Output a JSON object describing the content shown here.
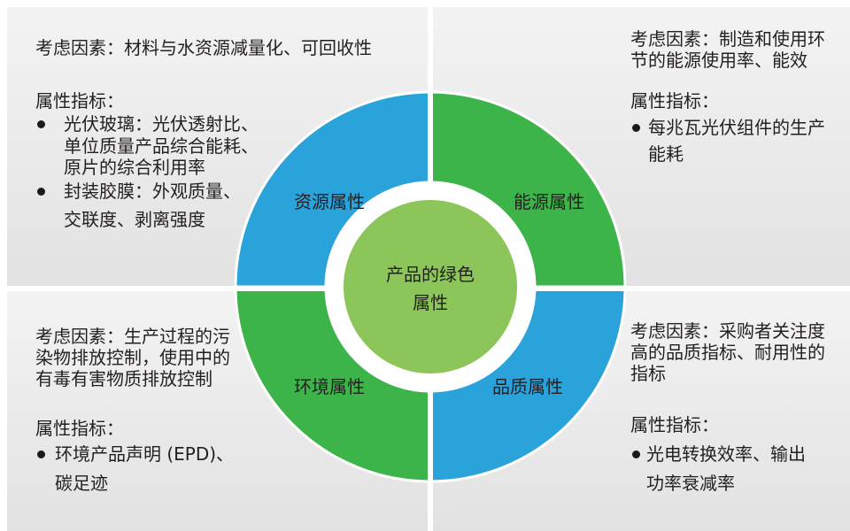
{
  "diagram": {
    "center": {
      "lines": [
        "产品的绿色",
        "属性"
      ]
    },
    "segments": {
      "resource": {
        "label": "资源属性",
        "color": "#2aa3db"
      },
      "energy": {
        "label": "能源属性",
        "color": "#3cb44a"
      },
      "environment": {
        "label": "环境属性",
        "color": "#3cb44a"
      },
      "quality": {
        "label": "品质属性",
        "color": "#2aa3db"
      }
    },
    "center_color": "#8cc65a",
    "ring_gap_color": "#ffffff"
  },
  "panels": {
    "resource": {
      "factors": [
        "考虑因素：材料与水资源减量化、可回收性"
      ],
      "indicator_heading": "属性指标：",
      "indicators": [
        [
          "光伏玻璃：光伏透射比、",
          "单位质量产品综合能耗、",
          "原片的综合利用率"
        ],
        [
          "封装胶膜：外观质量、",
          "交联度、剥离强度"
        ]
      ]
    },
    "energy": {
      "factors": [
        "考虑因素：制造和使用环",
        "节的能源使用率、能效"
      ],
      "indicator_heading": "属性指标：",
      "indicators": [
        [
          "每兆瓦光伏组件的生产",
          "能耗"
        ]
      ]
    },
    "environment": {
      "factors": [
        "考虑因素：生产过程的污",
        "染物排放控制，使用中的",
        "有毒有害物质排放控制"
      ],
      "indicator_heading": "属性指标：",
      "indicators": [
        [
          "环境产品声明 (EPD)、",
          "碳足迹"
        ]
      ]
    },
    "quality": {
      "factors": [
        "考虑因素：采购者关注度",
        "高的品质指标、耐用性的",
        "指标"
      ],
      "indicator_heading": "属性指标：",
      "indicators": [
        [
          "光电转换效率、输出",
          "功率衰减率"
        ]
      ]
    }
  },
  "colors": {
    "panel_top": "#f3f3f3",
    "panel_bottom": "#e2e2e2",
    "divider": "#ffffff"
  }
}
